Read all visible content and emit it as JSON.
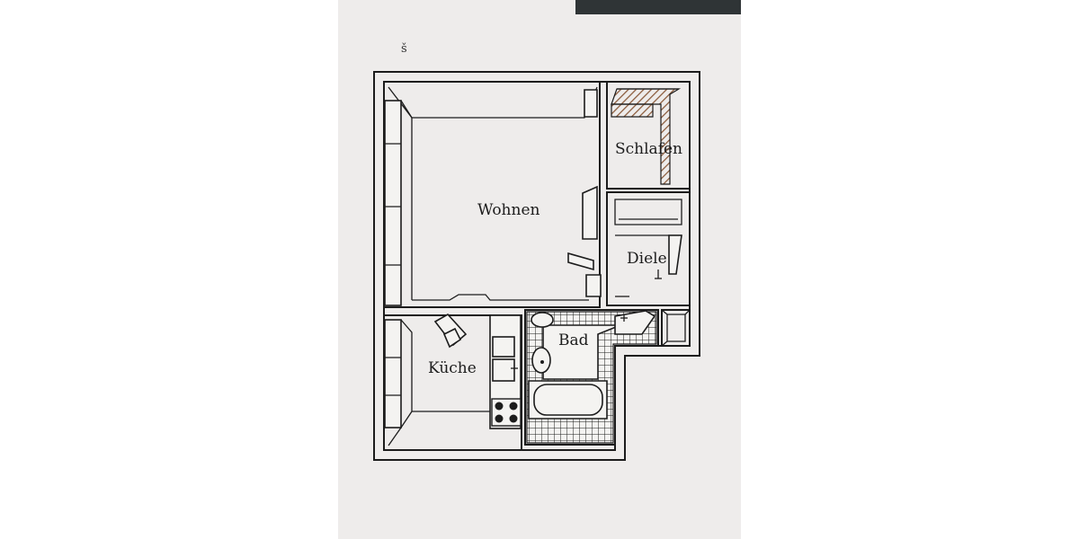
{
  "corner_mark": "š",
  "rooms": {
    "wohnen": "Wohnen",
    "schlafen": "Schlafen",
    "diele": "Diele",
    "kueche": "Küche",
    "bad": "Bad"
  },
  "colors": {
    "paper": "#eeeceb",
    "ink": "#1c1c1c",
    "hatch": "#8a5a3a"
  }
}
